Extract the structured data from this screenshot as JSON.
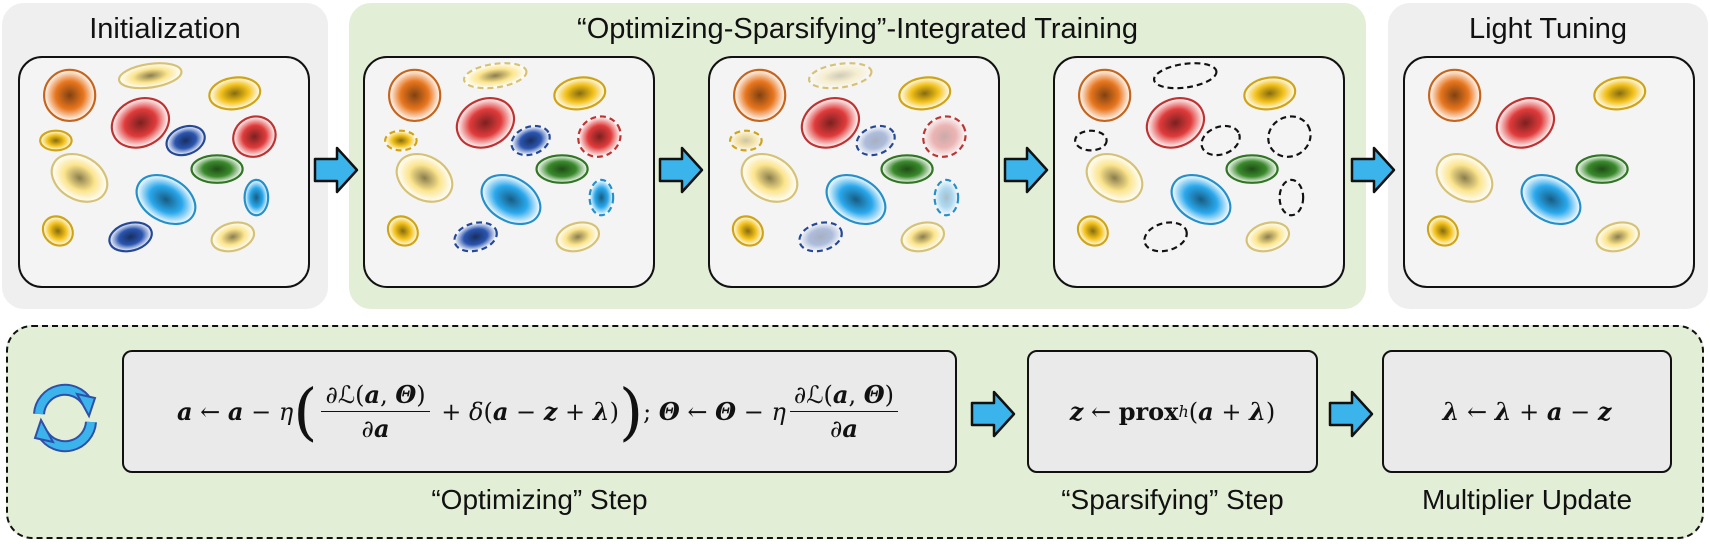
{
  "stages": {
    "init": "Initialization",
    "optimize": "“Optimizing-Sparsifying”-Integrated Training",
    "tune": "Light Tuning"
  },
  "steps": {
    "optimizing_label": "“Optimizing” Step",
    "sparsifying_label": "“Sparsifying” Step",
    "multiplier_label": "Multiplier Update"
  },
  "colors": {
    "orange": "#e8761e",
    "yellow": "#f3c21b",
    "pale_yellow": "#fbe48c",
    "red": "#e03b3b",
    "blue": "#2b55b0",
    "green": "#3a8a2c",
    "cyan": "#2aa8ec",
    "arrow": "#3bb4ec",
    "stage_green": "#e2eed6",
    "stage_gray": "#efefef"
  },
  "icons": {
    "loop": "refresh-cycle-icon",
    "flow": "right-arrow-icon"
  }
}
